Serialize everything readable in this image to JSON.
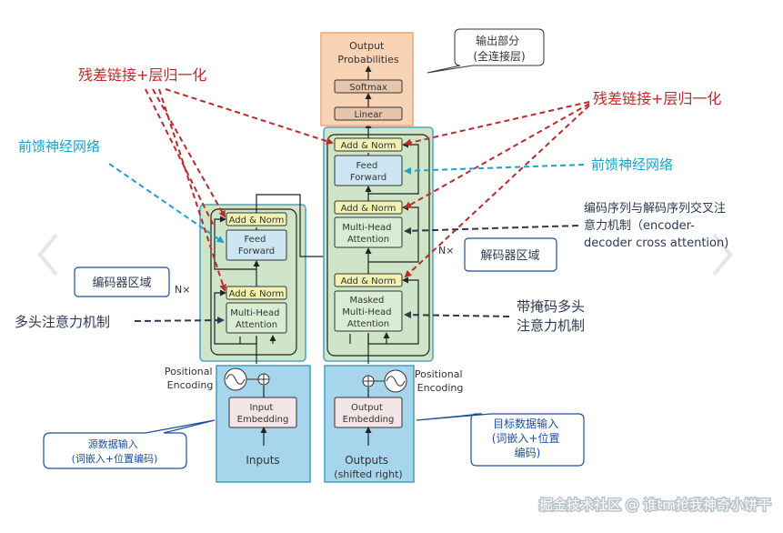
{
  "encoder": {
    "add_norm_top": "Add & Norm",
    "feed_forward": [
      "Feed",
      "Forward"
    ],
    "add_norm_bottom": "Add & Norm",
    "attention": [
      "Multi-Head",
      "Attention"
    ],
    "repeat": "N×",
    "positional": [
      "Positional",
      "Encoding"
    ],
    "embedding": [
      "Input",
      "Embedding"
    ],
    "io_label": "Inputs"
  },
  "decoder": {
    "add_norm_top": "Add & Norm",
    "feed_forward": [
      "Feed",
      "Forward"
    ],
    "add_norm_mid": "Add & Norm",
    "cross_attention": [
      "Multi-Head",
      "Attention"
    ],
    "add_norm_bottom": "Add & Norm",
    "masked_attention": [
      "Masked",
      "Multi-Head",
      "Attention"
    ],
    "repeat": "N×",
    "positional": [
      "Positional",
      "Encoding"
    ],
    "embedding": [
      "Output",
      "Embedding"
    ],
    "io_label": [
      "Outputs",
      "(shifted right)"
    ]
  },
  "output_head": {
    "probabilities": [
      "Output",
      "Probabilities"
    ],
    "softmax": "Softmax",
    "linear": "Linear"
  },
  "annotations": {
    "residual_left": "残差链接+层归一化",
    "residual_right": "残差链接+层归一化",
    "ffn_left": "前馈神经网络",
    "ffn_right": "前馈神经网络",
    "encoder_region": "编码器区域",
    "decoder_region": "解码器区域",
    "multi_head": "多头注意力机制",
    "masked_multi_head": [
      "带掩码多头",
      "注意力机制"
    ],
    "cross_attention": [
      "编码序列与解码序列交叉注",
      "意力机制（encoder-",
      "decoder cross attention)"
    ],
    "output_part": [
      "输出部分",
      "(全连接层)"
    ],
    "source_input": [
      "源数据输入",
      "(词嵌入+位置编码)"
    ],
    "target_input": [
      "目标数据输入",
      "(词嵌入+位置",
      "编码)"
    ]
  },
  "watermark": "掘金技术社区 @ 谁tm抢我神奇小饼干",
  "colors": {
    "residual": "#c0282c",
    "ffn": "#1aa3c9",
    "arrow_navy": "#2d3950",
    "block_bg": "#cfe5c8",
    "block_border": "#47a6c4",
    "add_norm": "#f2f1b4",
    "attention": "#d9ecd4",
    "embedding_bg": "#a6d5ec",
    "output_bg": "#f8d4b4",
    "softmax": "#e8c4a8"
  }
}
